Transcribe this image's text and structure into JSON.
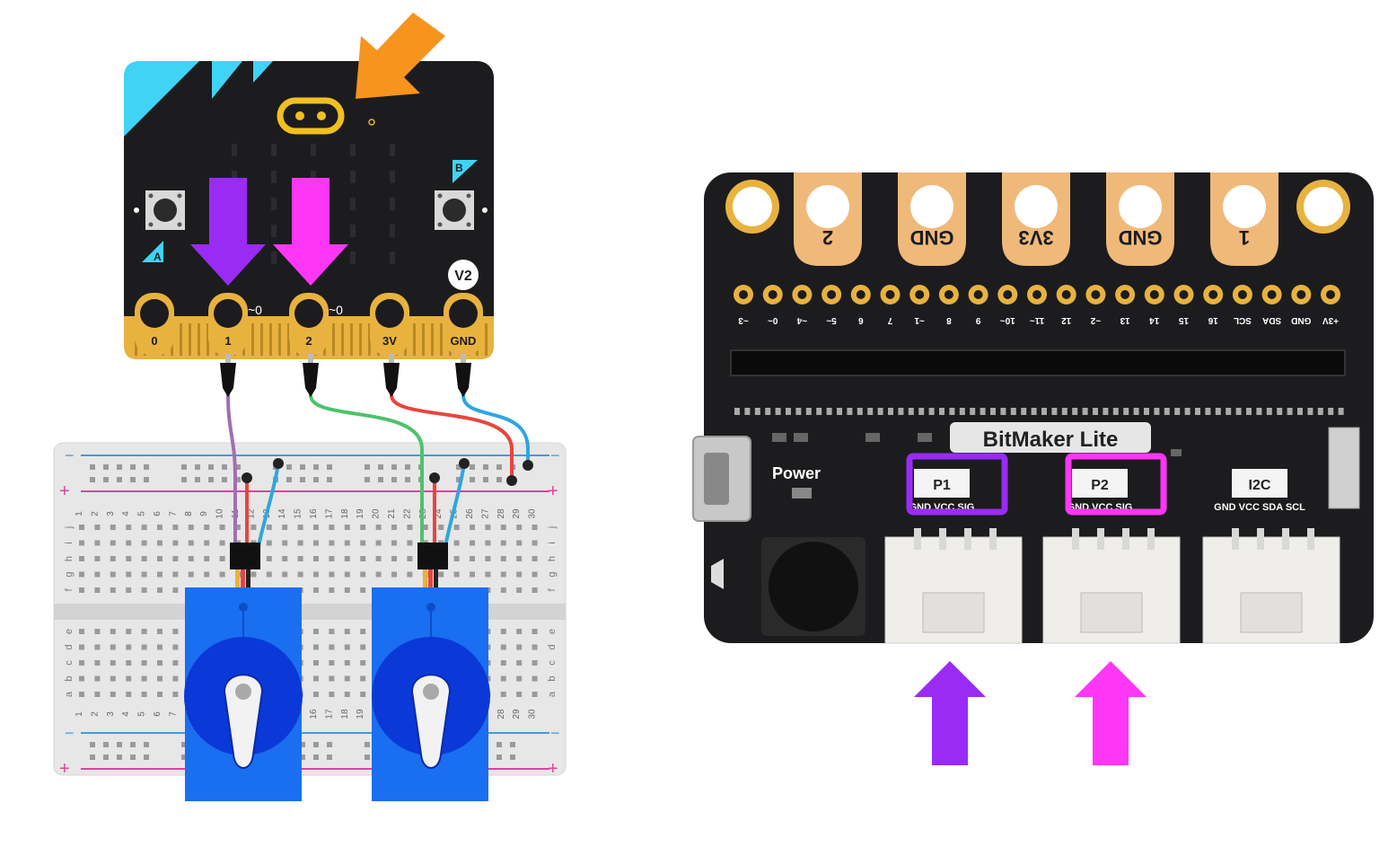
{
  "microbit": {
    "badge": "V2",
    "button_a": "A",
    "button_b": "B",
    "pins": [
      {
        "label": "0",
        "pwm": ""
      },
      {
        "label": "1",
        "pwm": "~0"
      },
      {
        "label": "2",
        "pwm": "~0"
      },
      {
        "label": "3V",
        "pwm": ""
      },
      {
        "label": "GND",
        "pwm": ""
      }
    ]
  },
  "breadboard": {
    "plus": "+",
    "minus": "−",
    "column_numbers": [
      "1",
      "2",
      "3",
      "4",
      "5",
      "6",
      "7",
      "8",
      "9",
      "10",
      "11",
      "12",
      "13",
      "14",
      "15",
      "16",
      "17",
      "18",
      "19",
      "20",
      "21",
      "22",
      "23",
      "24",
      "25",
      "26",
      "27",
      "28",
      "29",
      "30"
    ],
    "rows_top": [
      "j",
      "i",
      "h",
      "g",
      "f"
    ],
    "rows_bottom": [
      "e",
      "d",
      "c",
      "b",
      "a"
    ]
  },
  "bitmaker": {
    "title": "BitMaker Lite",
    "power_label": "Power",
    "big_pins": [
      "2",
      "GND",
      "3V3",
      "GND",
      "1"
    ],
    "edge_labels": [
      "~3",
      "0~",
      "~4",
      "5~",
      "6",
      "7",
      "~1",
      "8",
      "9",
      "10~",
      "11~",
      "12",
      "~2",
      "13",
      "14",
      "15",
      "16",
      "SCL",
      "SDA",
      "GND",
      "+3V"
    ],
    "ports": [
      {
        "label": "P1",
        "pins": "GND VCC SIG"
      },
      {
        "label": "P2",
        "pins": "GND VCC SIG"
      },
      {
        "label": "I2C",
        "pins": "GND VCC SDA SCL"
      }
    ]
  },
  "colors": {
    "arrow_pin1": "#9a2bf5",
    "arrow_pin2": "#fe36f5",
    "arrow_logo": "#f7941d",
    "board_black": "#1c1c1e",
    "gold": "#e8b23f",
    "cyan": "#3fd3f5",
    "servo_blue": "#1a6ef0"
  }
}
